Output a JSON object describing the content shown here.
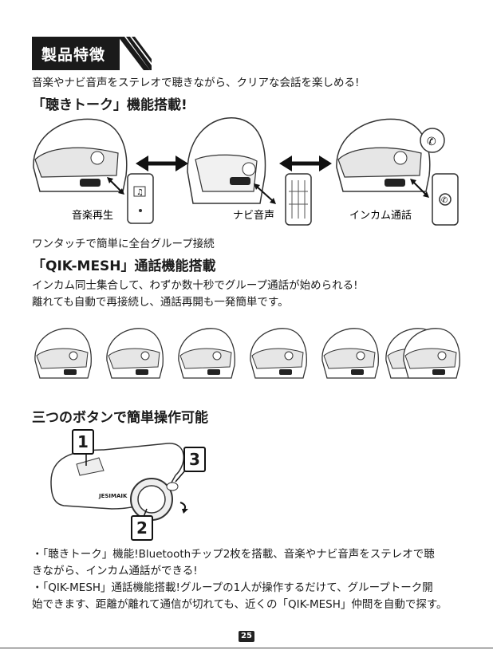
{
  "banner": {
    "title": "製品特徴"
  },
  "section1": {
    "intro": "音楽やナビ音声をステレオで聴きながら、クリアな会話を楽しめる!",
    "heading": "「聴きトーク」機能搭載!",
    "captions": [
      "音楽再生",
      "ナビ音声",
      "インカム通話"
    ]
  },
  "section2": {
    "intro": "ワンタッチで簡単に全台グループ接続",
    "heading": "「QIK-MESH」通話機能搭載",
    "body1": "インカム同士集合して、わずか数十秒でグループ通話が始められる!",
    "body2": "離れても自動で再接続し、通話再開も一発簡単です。"
  },
  "section3": {
    "heading": "三つのボタンで簡単操作可能",
    "device_brand": "JESIMAIK",
    "labels": [
      "1",
      "2",
      "3"
    ]
  },
  "notes": [
    "・「聴きトーク」機能!Bluetoothチップ2枚を搭載、音楽やナビ音声をステレオで聴",
    "きながら、インカム通話ができる!",
    "・「QIK-MESH」通話機能搭載!グループの1人が操作するだけて、グループトーク開",
    "始できます、距離が離れて通信が切れても、近くの「QIK-MESH」仲間を自動で探す。"
  ],
  "page_number": "25"
}
